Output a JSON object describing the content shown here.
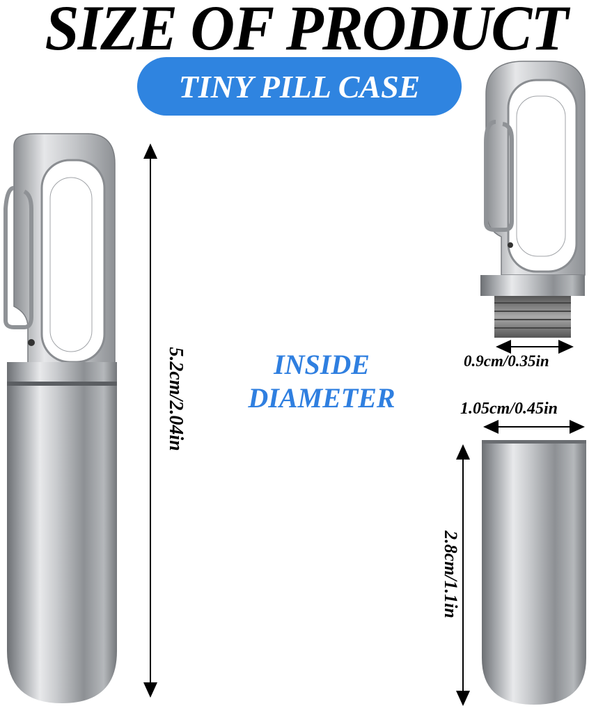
{
  "title": "SIZE OF PRODUCT",
  "badge": {
    "label": "TINY PILL CASE",
    "color": "#2f84e0"
  },
  "center_label": {
    "line1": "INSIDE",
    "line2": "DIAMETER",
    "color": "#2f7fe0"
  },
  "dimensions": {
    "total_height": "5.2cm/2.04in",
    "inside_diameter": "0.9cm/0.35in",
    "outer_diameter": "1.05cm/0.45in",
    "body_height": "2.8cm/1.1in"
  },
  "products": [
    {
      "name": "assembled-pill-case",
      "color": "#b9bcc0"
    },
    {
      "name": "carabiner-cap",
      "color": "#b9bcc0"
    },
    {
      "name": "capsule-body",
      "color": "#b9bcc0"
    }
  ]
}
